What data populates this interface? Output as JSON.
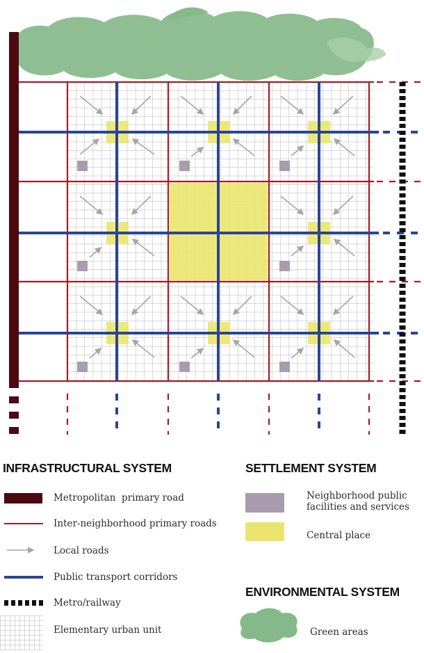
{
  "colors": {
    "metropolitan_road": "#4a0a10",
    "inter_neighborhood_road": "#a31c24",
    "local_road_arrow": "#a6a6a6",
    "public_transport": "#2a4596",
    "metro_railway": "#111111",
    "urban_unit_grid": "#b3b3b3",
    "facilities": "#a99cae",
    "central_place": "#ebe56e",
    "green_areas": "#86b98a"
  },
  "legend": {
    "infrastructural": {
      "heading": "INFRASTRUCTURAL SYSTEM",
      "items": [
        {
          "label": "Metropolitan  primary road",
          "icon": "metropolitan-road-swatch"
        },
        {
          "label": "Inter-neighborhood primary roads",
          "icon": "inter-neighborhood-road-line"
        },
        {
          "label": "Local roads",
          "icon": "local-road-arrow"
        },
        {
          "label": "Public transport corridors",
          "icon": "public-transport-line"
        },
        {
          "label": "Metro/railway",
          "icon": "railway-dashes"
        },
        {
          "label": "Elementary urban unit",
          "icon": "urban-unit-grid"
        }
      ]
    },
    "settlement": {
      "heading": "SETTLEMENT SYSTEM",
      "items": [
        {
          "label_line1": "Neighborhood public",
          "label_line2": "facilities and services",
          "icon": "facilities-swatch"
        },
        {
          "label": "Central place",
          "icon": "central-place-swatch"
        }
      ]
    },
    "environmental": {
      "heading": "ENVIRONMENTAL SYSTEM",
      "items": [
        {
          "label": "Green areas",
          "icon": "green-area-blob"
        }
      ]
    }
  }
}
